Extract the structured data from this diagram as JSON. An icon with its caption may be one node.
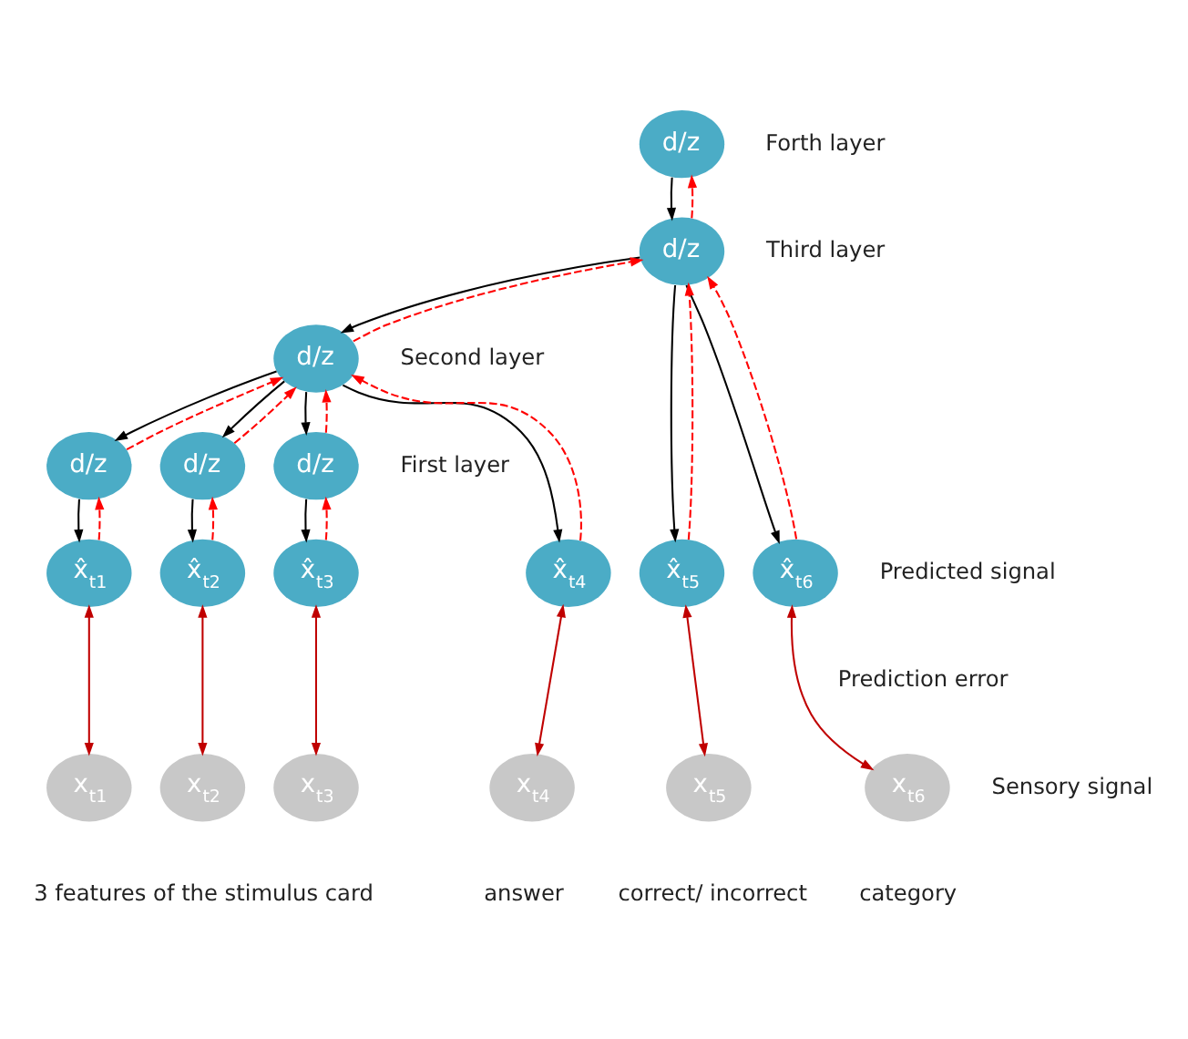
{
  "diagram": {
    "nodes": [
      {
        "text": [
          "d/z"
        ]
      },
      {
        "text": [
          "d/z"
        ]
      },
      {
        "text": [
          "d/z"
        ]
      },
      {
        "text": [
          "d/z"
        ]
      },
      {
        "text": [
          "d/z"
        ]
      },
      {
        "text": [
          "d/z"
        ]
      },
      {
        "text": [
          "x̂$_{t1}$"
        ]
      },
      {
        "text": [
          "x̂$_{t2}$"
        ]
      },
      {
        "text": [
          "x̂$_{t3}$"
        ]
      },
      {
        "text": [
          "x̂$_{t4}$"
        ]
      },
      {
        "text": [
          "x̂$_{t5}$"
        ]
      },
      {
        "text": [
          "x̂$_{t6}$"
        ]
      },
      {
        "text": [
          "x$_{t1}$"
        ]
      },
      {
        "text": [
          "x$_{t2}$"
        ]
      },
      {
        "text": [
          "x$_{t3}$"
        ]
      },
      {
        "text": [
          "x$_{t4}$"
        ]
      },
      {
        "text": [
          "x$_{t5}$"
        ]
      },
      {
        "text": [
          "x$_{t6}$"
        ]
      }
    ],
    "edges": [
      {
        "from": 0,
        "to": 1,
        "arrow": "to"
      },
      {
        "from": 1,
        "to": 0,
        "arrow": "to",
        "style": "dashed",
        "color": "#ff0000"
      },
      {
        "from": 1,
        "to": 2,
        "arrow": "to"
      },
      {
        "from": 2,
        "to": 1,
        "arrow": "to",
        "style": "dashed",
        "color": "#ff0000"
      },
      {
        "from": 1,
        "to": 10,
        "arrow": "to"
      },
      {
        "from": 10,
        "to": 1,
        "arrow": "to",
        "style": "dashed",
        "color": "#ff0000"
      },
      {
        "from": 1,
        "to": 11,
        "arrow": "to"
      },
      {
        "from": 11,
        "to": 1,
        "arrow": "to",
        "style": "dashed",
        "color": "#ff0000"
      },
      {
        "from": 2,
        "to": 3,
        "arrow": "to"
      },
      {
        "from": 3,
        "to": 2,
        "arrow": "to",
        "style": "dashed",
        "color": "#ff0000"
      },
      {
        "from": 2,
        "to": 4,
        "arrow": "to"
      },
      {
        "from": 4,
        "to": 2,
        "arrow": "to",
        "style": "dashed",
        "color": "#ff0000"
      },
      {
        "from": 2,
        "to": 5,
        "arrow": "to"
      },
      {
        "from": 5,
        "to": 2,
        "arrow": "to",
        "style": "dashed",
        "color": "#ff0000"
      },
      {
        "from": 2,
        "to": 9,
        "arrow": "to"
      },
      {
        "from": 9,
        "to": 2,
        "arrow": "to",
        "style": "dashed",
        "color": "#ff0000"
      },
      {
        "from": 3,
        "to": 6,
        "arrow": "to"
      },
      {
        "from": 6,
        "to": 3,
        "arrow": "to",
        "style": "dashed",
        "color": "#ff0000"
      },
      {
        "from": 4,
        "to": 7,
        "arrow": "to"
      },
      {
        "from": 7,
        "to": 4,
        "arrow": "to",
        "style": "dashed",
        "color": "#ff0000"
      },
      {
        "from": 5,
        "to": 8,
        "arrow": "to"
      },
      {
        "from": 8,
        "to": 5,
        "arrow": "to",
        "style": "dashed",
        "color": "#ff0000"
      },
      {
        "from": 6,
        "to": 12,
        "arrow": "both",
        "color": "#c00000"
      },
      {
        "from": 7,
        "to": 13,
        "arrow": "both",
        "color": "#c00000"
      },
      {
        "from": 8,
        "to": 14,
        "arrow": "both",
        "color": "#c00000"
      },
      {
        "from": 9,
        "to": 15,
        "arrow": "both",
        "color": "#c00000"
      },
      {
        "from": 10,
        "to": 16,
        "arrow": "both",
        "color": "#c00000"
      },
      {
        "from": 11,
        "to": 17,
        "arrow": "both",
        "color": "#c00000"
      }
    ],
    "labels": [
      "Forth layer",
      "Third layer",
      "Second layer",
      "First layer",
      "Predicted signal",
      "Prediction error",
      "Sensory signal",
      "3 features of the stimulus card",
      "answer",
      "correct/ incorrect",
      "category"
    ]
  }
}
